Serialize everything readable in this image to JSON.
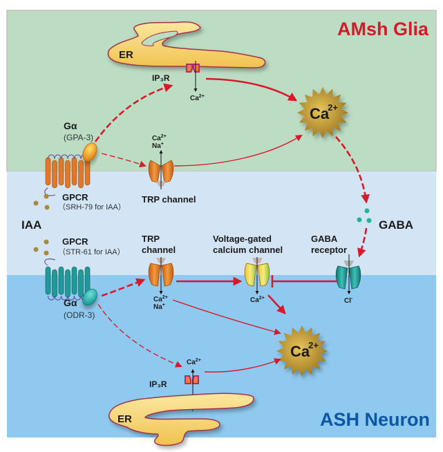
{
  "colors": {
    "glia_bg": "#bcdcc3",
    "boundary_bg": "#d3e4f4",
    "neuron_bg": "#8fc9ef",
    "frame": "#c9bfb2",
    "arrow": "#d7192a",
    "glia_title": "#d7192a",
    "neuron_title": "#0b57a6",
    "er_fill": "#f6d16a",
    "er_stroke": "#a0304a",
    "ca_star": "#b08b2a",
    "gpcr_glia": "#e0782a",
    "gpcr_neuron": "#1f9a98",
    "ligand_iaa": "#a88a3a",
    "ligand_gaba": "#1fb39a"
  },
  "titles": {
    "glia": "AMsh Glia",
    "neuron": "ASH Neuron"
  },
  "glia": {
    "er_label": "ER",
    "ip3r_label": "IP₃R",
    "ip3r_ion": "Ca2+",
    "galpha_label": "Gα",
    "galpha_sub": "(GPA-3)",
    "trp_ions": [
      "Ca2+",
      "Na+"
    ],
    "trp_label": "TRP channel",
    "gpcr_label": "GPCR",
    "gpcr_sub": "（SRH-79 for IAA）",
    "ca_label": "Ca",
    "ca_sup": "2+"
  },
  "middle": {
    "iaa_label": "IAA",
    "gaba_label": "GABA"
  },
  "neuron": {
    "gpcr_label": "GPCR",
    "gpcr_sub": "（STR-61 for IAA）",
    "trp_label_line1": "TRP",
    "trp_label_line2": "channel",
    "trp_ions": [
      "Ca2+",
      "Na+"
    ],
    "vgcc_label_line1": "Voltage-gated",
    "vgcc_label_line2": "calcium channel",
    "vgcc_ion": "Ca2+",
    "gabar_label_line1": "GABA",
    "gabar_label_line2": "receptor",
    "gabar_ion": "Cl-",
    "galpha_label": "Gα",
    "galpha_sub": "(ODR-3)",
    "ip3r_label": "IP₃R",
    "ip3r_ion": "Ca2+",
    "er_label": "ER",
    "ca_label": "Ca",
    "ca_sup": "2+"
  }
}
